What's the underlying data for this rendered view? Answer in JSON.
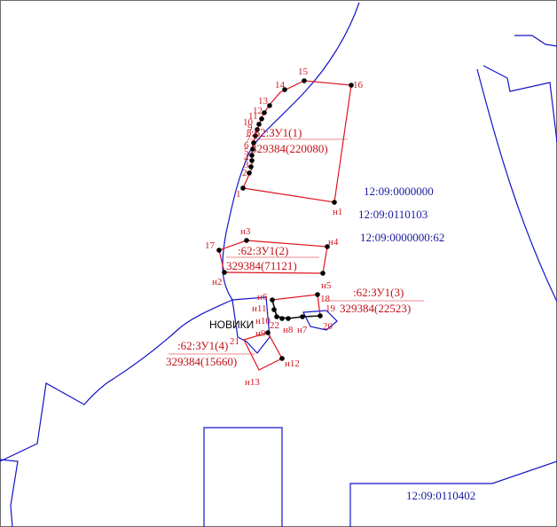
{
  "quarters": {
    "q1": "12:09:0000000",
    "q2": "12:09:0110103",
    "q3": "12:09:0000000:62",
    "q4": "12:09:0110402"
  },
  "settlement": "НОВИКИ",
  "parcels": {
    "p1": {
      "name": ":62:ЗУ1(1)",
      "area": "329384(220080)"
    },
    "p2": {
      "name": ":62:ЗУ1(2)",
      "area": "329384(71121)"
    },
    "p3": {
      "name": ":62:ЗУ1(3)",
      "area": "329384(22523)"
    },
    "p4": {
      "name": ":62:ЗУ1(4)",
      "area": "329384(15660)"
    }
  },
  "points": {
    "p1": "1",
    "p2": "2",
    "p3": "3",
    "p4": "4",
    "p5": "5",
    "p6": "6",
    "p7": "7",
    "p8": "8",
    "p9": "9",
    "p10": "10",
    "p11": "11",
    "p12": "12",
    "p13": "13",
    "p14": "14",
    "p15": "15",
    "p16": "16",
    "p17": "17",
    "p18": "18",
    "p19": "19",
    "p20": "20",
    "p21": "21",
    "p22": "22",
    "n1": "н1",
    "n2": "н2",
    "n3": "н3",
    "n4": "н4",
    "n5": "н5",
    "n6": "н6",
    "n7": "н7",
    "n8": "н8",
    "n9": "н9",
    "n10": "н10",
    "n11": "н11",
    "n12": "н12",
    "n13": "н13"
  },
  "colors": {
    "water": "#1414c8",
    "parcel_boundary": "#e0141e",
    "label_red": "#c01018",
    "label_blue": "#1a1aa0"
  }
}
